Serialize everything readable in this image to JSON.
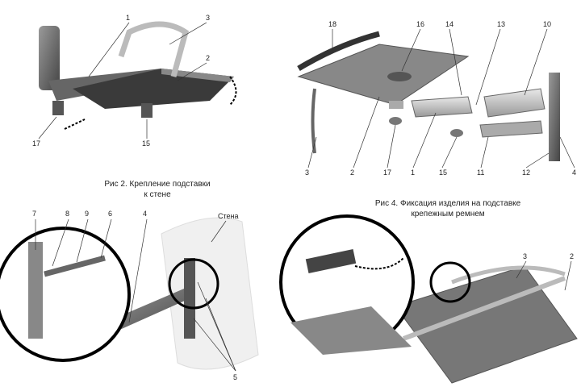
{
  "figure1": {
    "labels": [
      "1",
      "3",
      "2",
      "17",
      "15"
    ]
  },
  "figure2": {
    "caption_line1": "Рис 2.   Крепление подставки",
    "caption_line2": "к стене",
    "labels": [
      "7",
      "8",
      "9",
      "6",
      "4",
      "5"
    ],
    "wall_label": "Стена"
  },
  "figure3": {
    "labels": [
      "18",
      "16",
      "14",
      "13",
      "10",
      "3",
      "2",
      "17",
      "1",
      "15",
      "11",
      "12",
      "4"
    ]
  },
  "figure4": {
    "caption_line1": "Рис 4.   Фиксация изделия на подставке",
    "caption_line2": "крепежным ремнем",
    "labels": [
      "3",
      "2"
    ]
  }
}
